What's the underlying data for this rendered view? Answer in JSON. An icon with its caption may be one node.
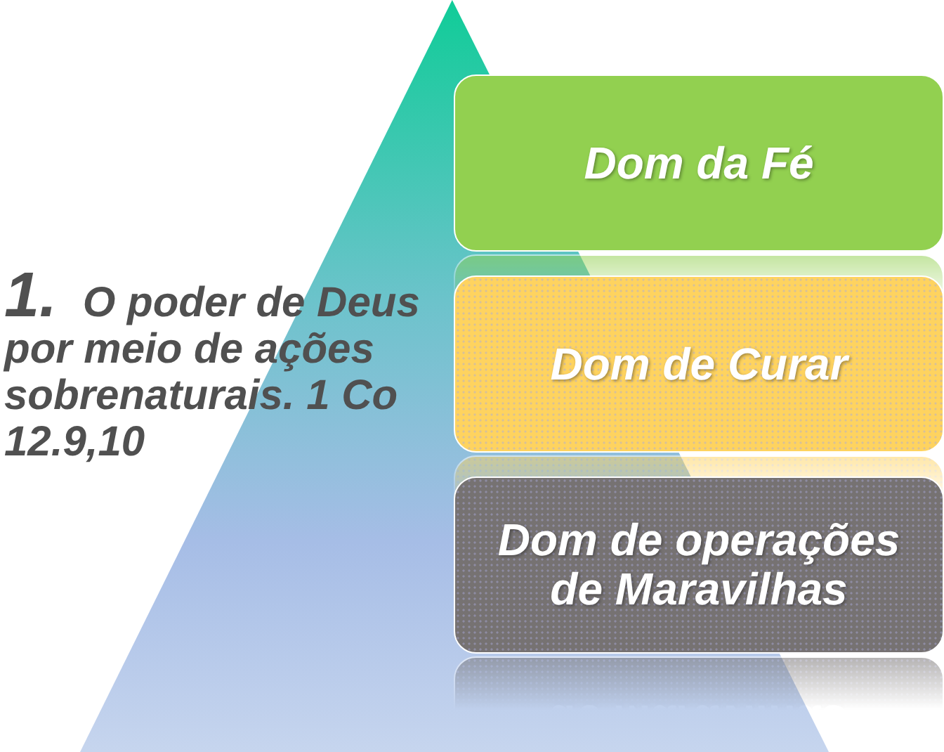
{
  "diagram": {
    "nodes": [
      {
        "text": [],
        "shape": "triangle"
      },
      {
        "text": [
          "Dom da Fé"
        ]
      },
      {
        "text": [
          "Dom de Curar"
        ]
      },
      {
        "text": [
          "Dom de operações de Maravilhas"
        ]
      }
    ],
    "labels": [
      "1. O poder de Deus por meio de ações sobrenaturais. 1 Co 12.9,10"
    ]
  }
}
